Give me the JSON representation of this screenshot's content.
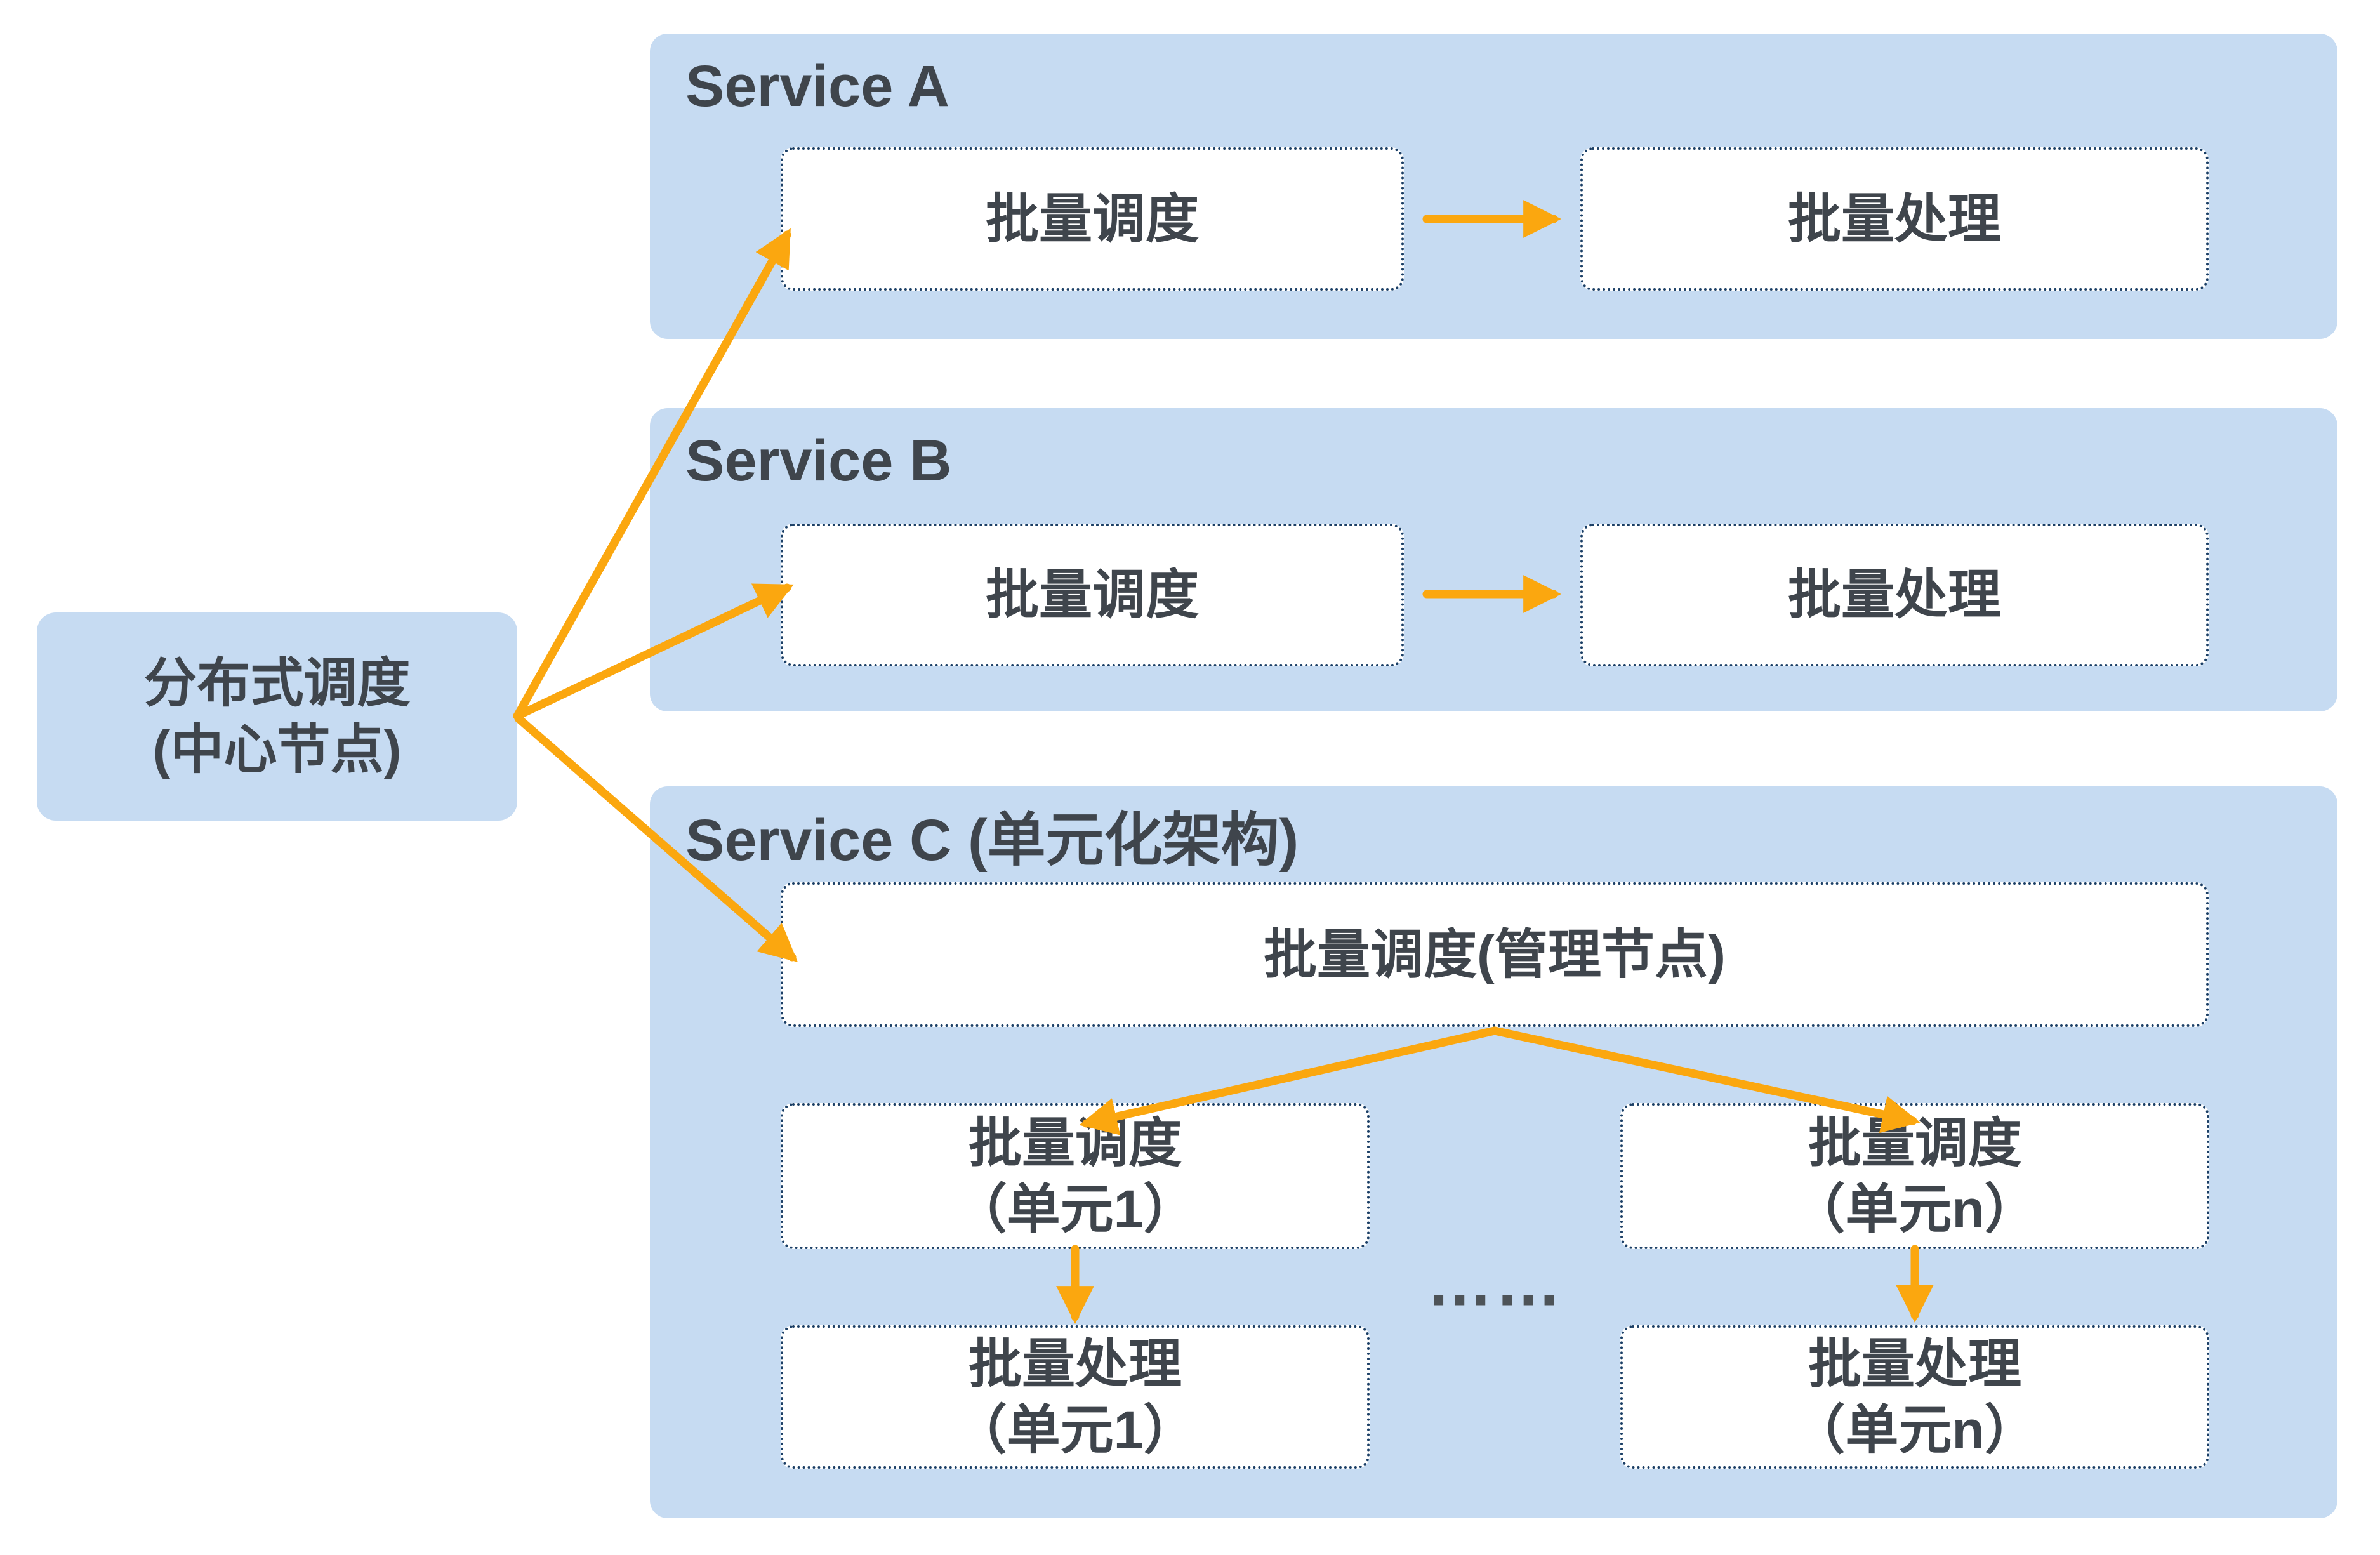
{
  "central": {
    "line1": "分布式调度",
    "line2": "(中心节点)"
  },
  "service_a": {
    "title": "Service A",
    "sched_label": "批量调度",
    "proc_label": "批量处理"
  },
  "service_b": {
    "title": "Service B",
    "sched_label": "批量调度",
    "proc_label": "批量处理"
  },
  "service_c": {
    "title": "Service C (单元化架构)",
    "manager_label": "批量调度(管理节点)",
    "ellipsis": "……",
    "units": [
      {
        "sched_line1": "批量调度",
        "sched_line2": "（单元1）",
        "proc_line1": "批量处理",
        "proc_line2": "（单元1）"
      },
      {
        "sched_line1": "批量调度",
        "sched_line2": "（单元n）",
        "proc_line1": "批量处理",
        "proc_line2": "（单元n）"
      }
    ]
  },
  "colors": {
    "page-bg": "#FFFFFF",
    "panel-blue": "#C6DBF2",
    "box-bg": "#FFFFFF",
    "border-navy": "#1B3F66",
    "text-dark": "#3F454C",
    "dots-gray": "#4D5358",
    "arrow-orange": "#FBA70F"
  }
}
